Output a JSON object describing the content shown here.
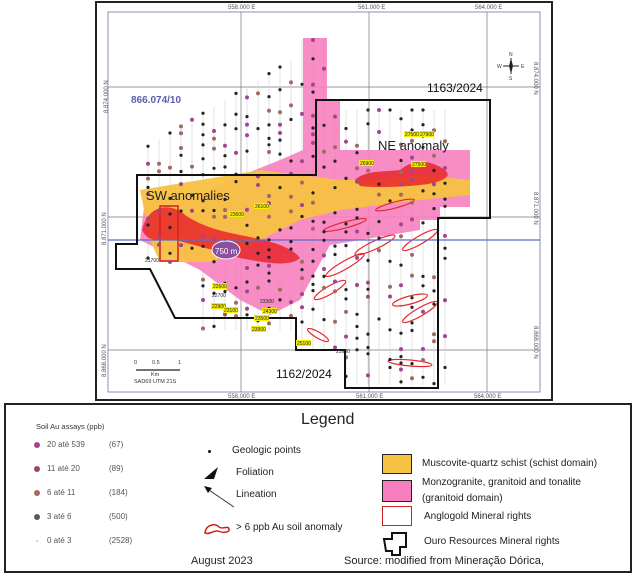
{
  "map": {
    "grid_labels_east": [
      "558.000 E",
      "561.000 E",
      "564.000 E"
    ],
    "grid_labels_east_bottom": [
      "558,000 E",
      "561,000 E",
      "564,000 E"
    ],
    "grid_labels_north": [
      "8.874.000 N",
      "8.871.000 N",
      "8.868.000 N"
    ],
    "process_label": "866.074/10",
    "claim_labels": [
      "1163/2024",
      "1162/2024"
    ],
    "anomaly_labels": [
      "NE anomaly",
      "SW anomalies"
    ],
    "distance_label": "750 m",
    "sample_labels": [
      "27500",
      "27900",
      "26900",
      "27500",
      "26100",
      "23600",
      "21700",
      "22600",
      "22700",
      "22900",
      "23100",
      "23300",
      "24300",
      "23500",
      "23900",
      "25100",
      "25900"
    ],
    "scale_bar": {
      "ticks": [
        "0",
        "0.5",
        "1"
      ],
      "unit": "Km",
      "datum": "SAD69 UTM 21S"
    },
    "north_arrow": {
      "n": "N",
      "s": "S",
      "e": "E",
      "w": "W"
    },
    "colors": {
      "schist": "#f7c242",
      "granitoid": "#f77fbf",
      "anomaly": "#e8262b",
      "utm_line": "#5b6bc9",
      "boundary": "#111111"
    }
  },
  "legend": {
    "title": "Legend",
    "soil_title": "Soil Au assays (ppb)",
    "soil_classes": [
      {
        "range": "20 até 539",
        "count": "(67)",
        "color": "#a0458f"
      },
      {
        "range": "11 até  20",
        "count": "(89)",
        "color": "#a0456a"
      },
      {
        "range": "6 até  11",
        "count": "(184)",
        "color": "#a06a60"
      },
      {
        "range": "3 até  6",
        "count": "(500)",
        "color": "#555a66"
      },
      {
        "range": "0 até  3",
        "count": "(2528)",
        "color": "#cccccc"
      }
    ],
    "symbols": [
      "Geologic points",
      "Foliation",
      "Lineation",
      "> 6 ppb Au soil anomaly"
    ],
    "units": [
      "Muscovite-quartz schist (schist domain)",
      "Monzogranite, granitoid and tonalite",
      "(granitoid domain)",
      "Anglogold Mineral rights",
      "Ouro Resources Mineral rights"
    ],
    "date": "August 2023",
    "source": "Source: modified from Mineração Dórica,"
  }
}
